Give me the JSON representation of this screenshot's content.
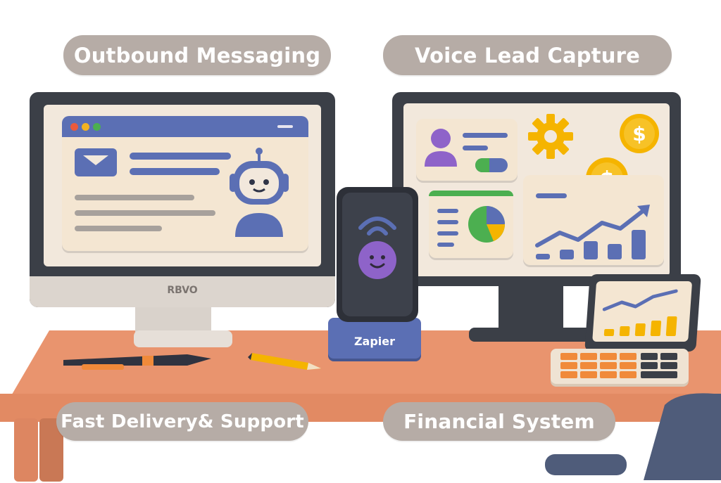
{
  "labels": {
    "top_left": "Outbound Messaging",
    "top_right": "Voice Lead Capture",
    "bottom_left": "Fast Delivery& Support",
    "bottom_right": "Financial System"
  },
  "brands": {
    "monitor_left": "RBVO",
    "stand": "Zapier"
  },
  "icons": {
    "envelope": "envelope-icon",
    "robot": "robot-avatar-icon",
    "gear": "gear-icon",
    "dollar": "dollar-coin-icon",
    "user": "user-profile-icon",
    "pie": "pie-chart-icon",
    "phone_face": "smiley-face-icon",
    "signal": "wifi-signal-icon"
  },
  "colors": {
    "label_pill": "#b6aca6",
    "desk": "#e9946e",
    "accent_blue": "#5b6fb4",
    "accent_purple": "#8e63c9",
    "accent_yellow": "#f5b400",
    "accent_green": "#4caf50"
  }
}
